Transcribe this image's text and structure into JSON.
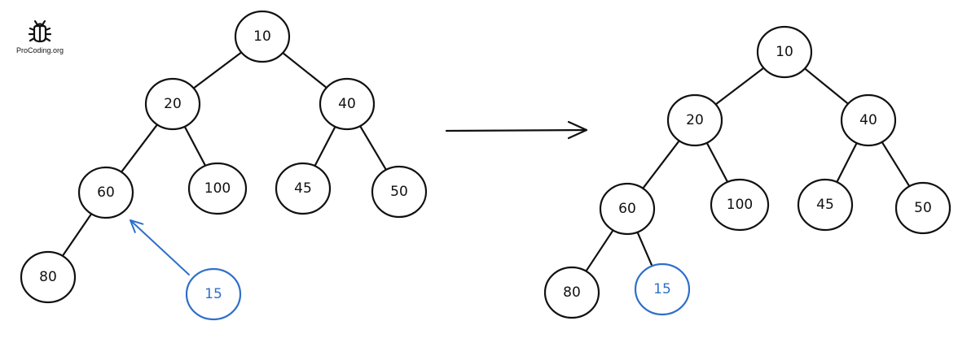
{
  "logo": {
    "text": "ProCoding.org",
    "icon": "bug-icon"
  },
  "colors": {
    "stroke": "#111111",
    "highlight": "#2f6fc9"
  },
  "trees": [
    {
      "id": "before",
      "nodes": [
        {
          "id": "n10",
          "label": "10"
        },
        {
          "id": "n20",
          "label": "20"
        },
        {
          "id": "n40",
          "label": "40"
        },
        {
          "id": "n60",
          "label": "60"
        },
        {
          "id": "n100",
          "label": "100"
        },
        {
          "id": "n45",
          "label": "45"
        },
        {
          "id": "n50",
          "label": "50"
        },
        {
          "id": "n80",
          "label": "80"
        },
        {
          "id": "n15",
          "label": "15",
          "highlight": true,
          "detached": true
        }
      ]
    },
    {
      "id": "after",
      "nodes": [
        {
          "id": "n10",
          "label": "10"
        },
        {
          "id": "n20",
          "label": "20"
        },
        {
          "id": "n40",
          "label": "40"
        },
        {
          "id": "n60",
          "label": "60"
        },
        {
          "id": "n100",
          "label": "100"
        },
        {
          "id": "n45",
          "label": "45"
        },
        {
          "id": "n50",
          "label": "50"
        },
        {
          "id": "n80",
          "label": "80"
        },
        {
          "id": "n15",
          "label": "15",
          "highlight": true
        }
      ]
    }
  ]
}
